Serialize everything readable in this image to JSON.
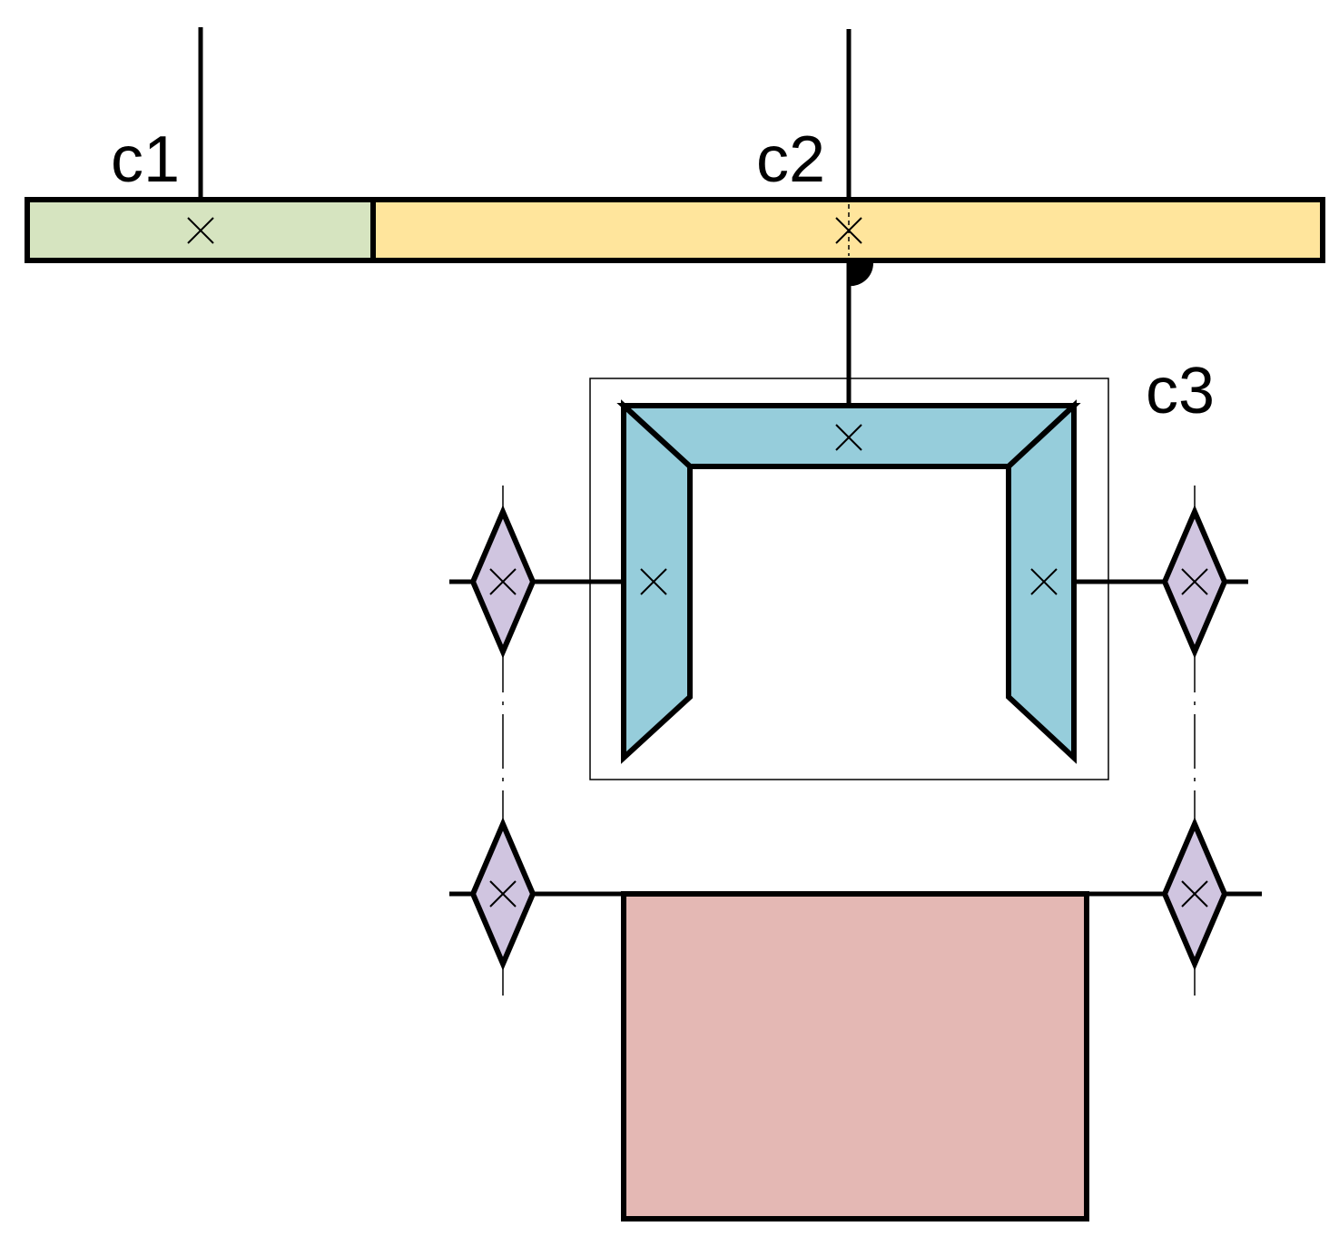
{
  "labels": {
    "c1": "c1",
    "c2": "c2",
    "c3": "c3"
  },
  "colors": {
    "block_c1": "#d6e4c0",
    "block_c2": "#ffe59c",
    "frame_c3": "#96cddb",
    "diamonds": "#d0c5e0",
    "bottom_block": "#e4b8b4"
  }
}
